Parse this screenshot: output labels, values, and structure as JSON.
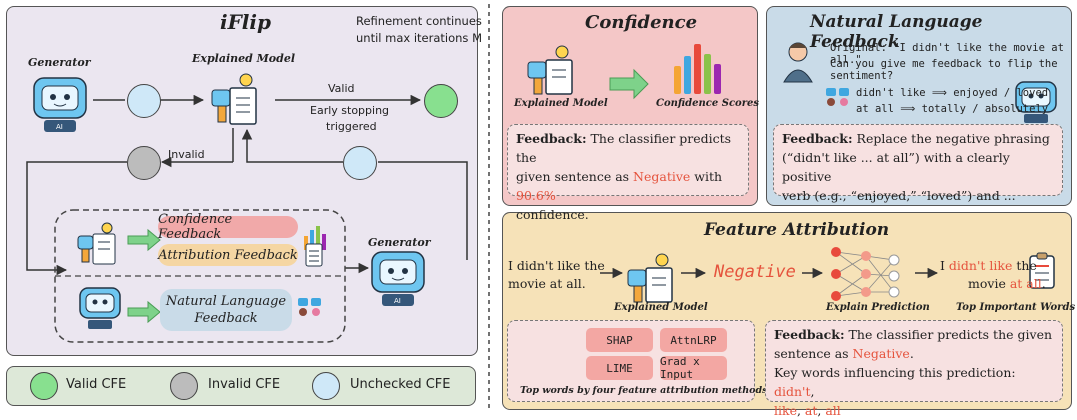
{
  "colors": {
    "left_bg": "#ebe6f0",
    "confidence_bg": "#f4c7c7",
    "nlf_bg": "#c9dbe8",
    "feature_bg": "#f6e2b8",
    "feedback_box_bg": "#f7e1e1",
    "valid": "#88e08f",
    "invalid": "#bcbcbc",
    "unchecked": "#cfe8f8",
    "highlight_red": "#e5533d"
  },
  "left": {
    "title": "iFlip",
    "refine_note_line1": "Refinement continues",
    "refine_note_line2": "until max iterations M",
    "generator_label": "Generator",
    "explained_model_label": "Explained Model",
    "valid_label": "Valid",
    "early_stop_line1": "Early stopping",
    "early_stop_line2": "triggered",
    "invalid_label": "Invalid",
    "generator2_label": "Generator",
    "confidence_feedback": "Confidence  Feedback",
    "attribution_feedback": "Attribution  Feedback",
    "nlf_line1": "Natural Language",
    "nlf_line2": "Feedback"
  },
  "legend": {
    "valid": "Valid CFE",
    "invalid": "Invalid CFE",
    "unchecked": "Unchecked CFE"
  },
  "confidence": {
    "title": "Confidence",
    "explained_model_label": "Explained Model",
    "scores_label": "Confidence Scores",
    "fb_bold": "Feedback:",
    "fb_1": " The classifier predicts the",
    "fb_2": "given sentence as ",
    "fb_neg": "Negative",
    "fb_3": " with ",
    "fb_pct": "90.6%",
    "fb_4": "confidence."
  },
  "nlf": {
    "title": "Natural Language Feedback",
    "original_line1": "Original: \"I didn't like the movie at all.\"",
    "original_line2": "Can you give me feedback to flip the sentiment?",
    "sub1_from": "didn't like",
    "sub1_to": "enjoyed / loved",
    "sub2_from": "at all",
    "sub2_to": "totally / absolutely",
    "arrow": "⟹",
    "fb_bold": "Feedback:",
    "fb_1": " Replace the negative phrasing",
    "fb_2": "(“didn't like ... at all”) with a clearly positive",
    "fb_3": "verb (e.g., “enjoyed,” “loved”) and ..."
  },
  "feature": {
    "title": "Feature Attribution",
    "input_line1": "I didn't like the",
    "input_line2": "movie at all.",
    "explained_model_label": "Explained Model",
    "prediction": "Negative",
    "explain_label": "Explain Prediction",
    "out_i": "I ",
    "out_red": "didn't like",
    "out_the": " the",
    "out_line2a": "movie ",
    "out_at": "at",
    "out_sp": " ",
    "out_all": "all",
    "out_dot": ".",
    "top_words_label": "Top Important Words",
    "methods": [
      "SHAP",
      "AttnLRP",
      "LIME",
      "Grad x Input"
    ],
    "methods_caption": "Top words by four feature attribution methods",
    "fb_bold": "Feedback:",
    "fb_1": " The classifier predicts the given",
    "fb_2": "sentence as ",
    "fb_neg": "Negative",
    "fb_3": "Key words influencing this prediction: ",
    "kw1": "didn't",
    "kw2": "like",
    "kw3": "at",
    "kw4": "all",
    "comma": ", "
  }
}
